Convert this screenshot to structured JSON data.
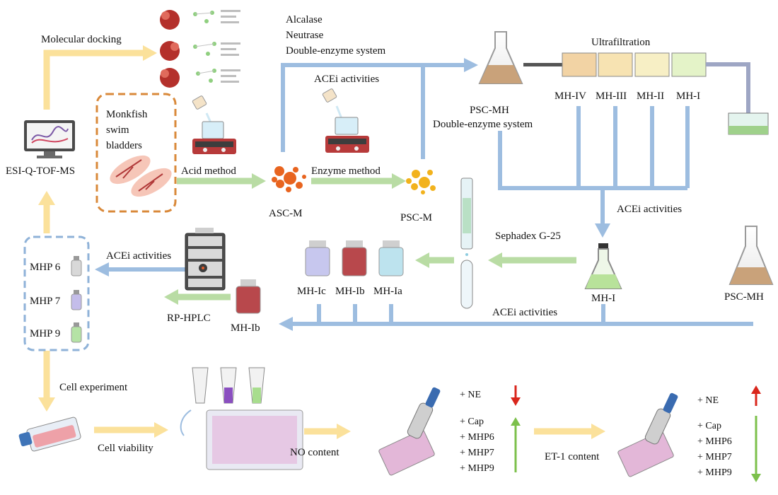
{
  "labels": {
    "molecular_docking": "Molecular docking",
    "alcalase": "Alcalase",
    "neutrase": "Neutrase",
    "double_enzyme_top": "Double-enzyme system",
    "ultrafiltration": "Ultrafiltration",
    "acei_top": "ACEi activities",
    "psc_mh_top": "PSC-MH",
    "double_enzyme_mid": "Double-enzyme system",
    "mh_iv": "MH-IV",
    "mh_iii": "MH-III",
    "mh_ii": "MH-II",
    "mh_i_top": "MH-I",
    "monkfish_line1": "Monkfish",
    "monkfish_line2": "swim",
    "monkfish_line3": "bladders",
    "esi": "ESI-Q-TOF-MS",
    "acid_method": "Acid method",
    "enzyme_method": "Enzyme method",
    "asc_m": "ASC-M",
    "psc_m": "PSC-M",
    "acei_right": "ACEi activities",
    "sephadex": "Sephadex G-25",
    "mhp6": "MHP 6",
    "mhp7": "MHP 7",
    "mhp9": "MHP 9",
    "acei_left": "ACEi activities",
    "mh_ic": "MH-Ic",
    "mh_ib": "MH-Ib",
    "mh_ia": "MH-Ia",
    "mh_i_mid": "MH-I",
    "psc_mh_mid": "PSC-MH",
    "rp_hplc": "RP-HPLC",
    "mh_ib_small": "MH-Ib",
    "acei_bottom": "ACEi activities",
    "cell_experiment": "Cell experiment",
    "cell_viability": "Cell viability",
    "no_content": "NO content",
    "et1_content": "ET-1 content",
    "ne1": "+ NE",
    "cap1": "+ Cap",
    "mhp6_1": "+ MHP6",
    "mhp7_1": "+ MHP7",
    "mhp9_1": "+ MHP9",
    "ne2": "+ NE",
    "cap2": "+ Cap",
    "mhp6_2": "+ MHP6",
    "mhp7_2": "+ MHP7",
    "mhp9_2": "+ MHP9"
  },
  "colors": {
    "blue_arrow": "#9dbde0",
    "green_arrow": "#b9dca4",
    "yellow_arrow": "#fbe19b",
    "orange_dash": "#d9893a",
    "blue_dash": "#8fb2d8",
    "red_arrow": "#d9261c",
    "green_updown": "#7cc04b"
  }
}
